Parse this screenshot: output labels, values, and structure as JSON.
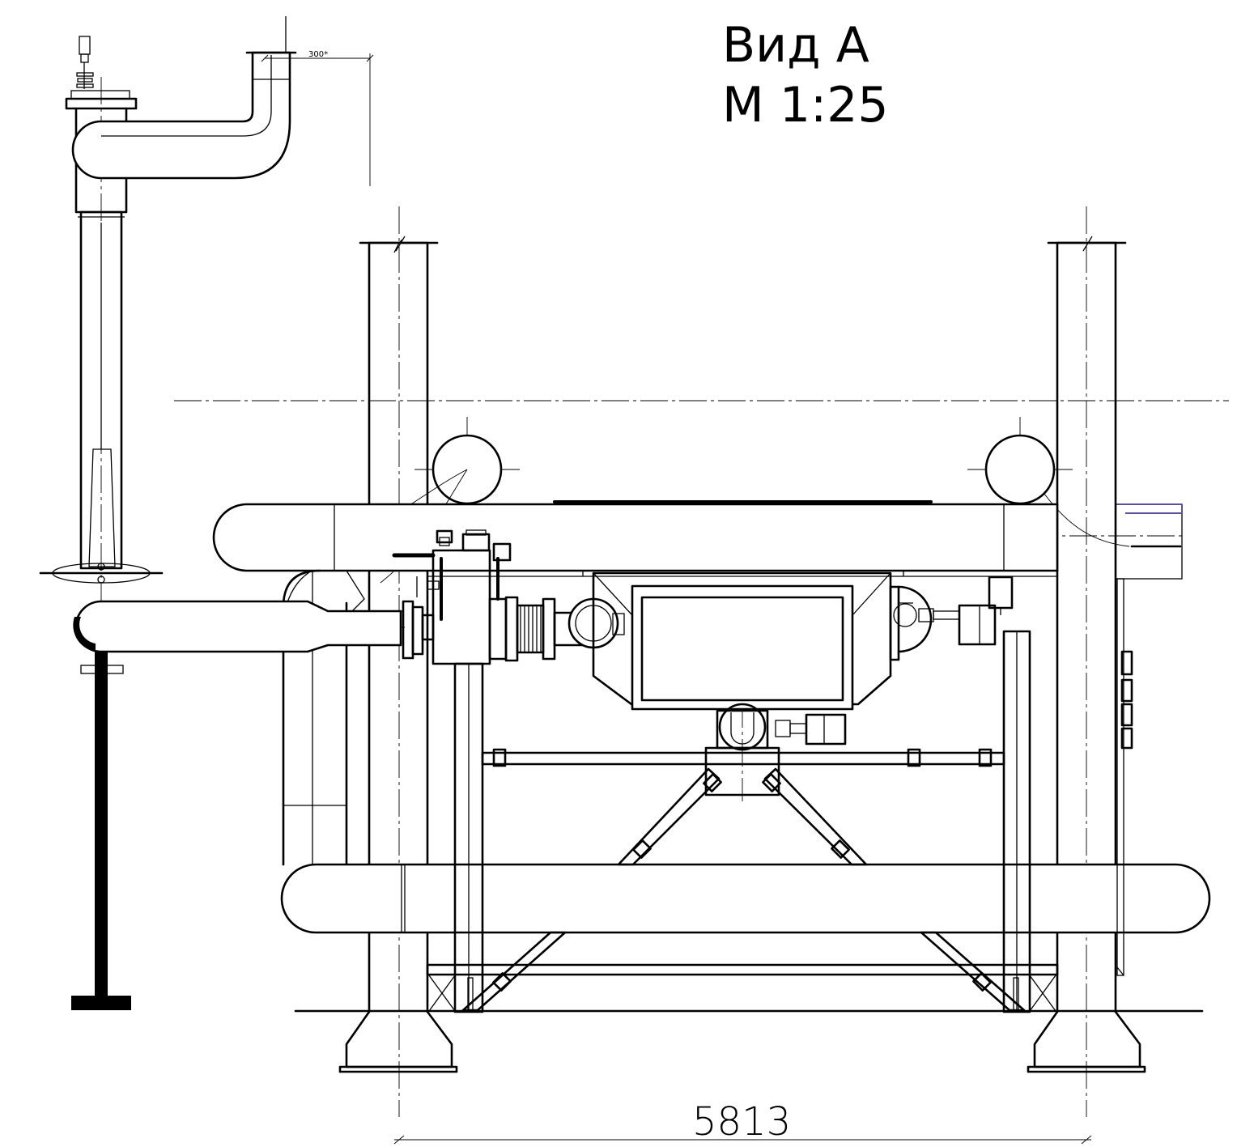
{
  "title": {
    "view_label": "Вид А",
    "scale_label": "М 1:25"
  },
  "dimensions": {
    "column_span": "5813",
    "pipe_offset": "300*"
  },
  "colors": {
    "line": "#000000",
    "background": "#ffffff",
    "accent": "#5b4fa8"
  }
}
